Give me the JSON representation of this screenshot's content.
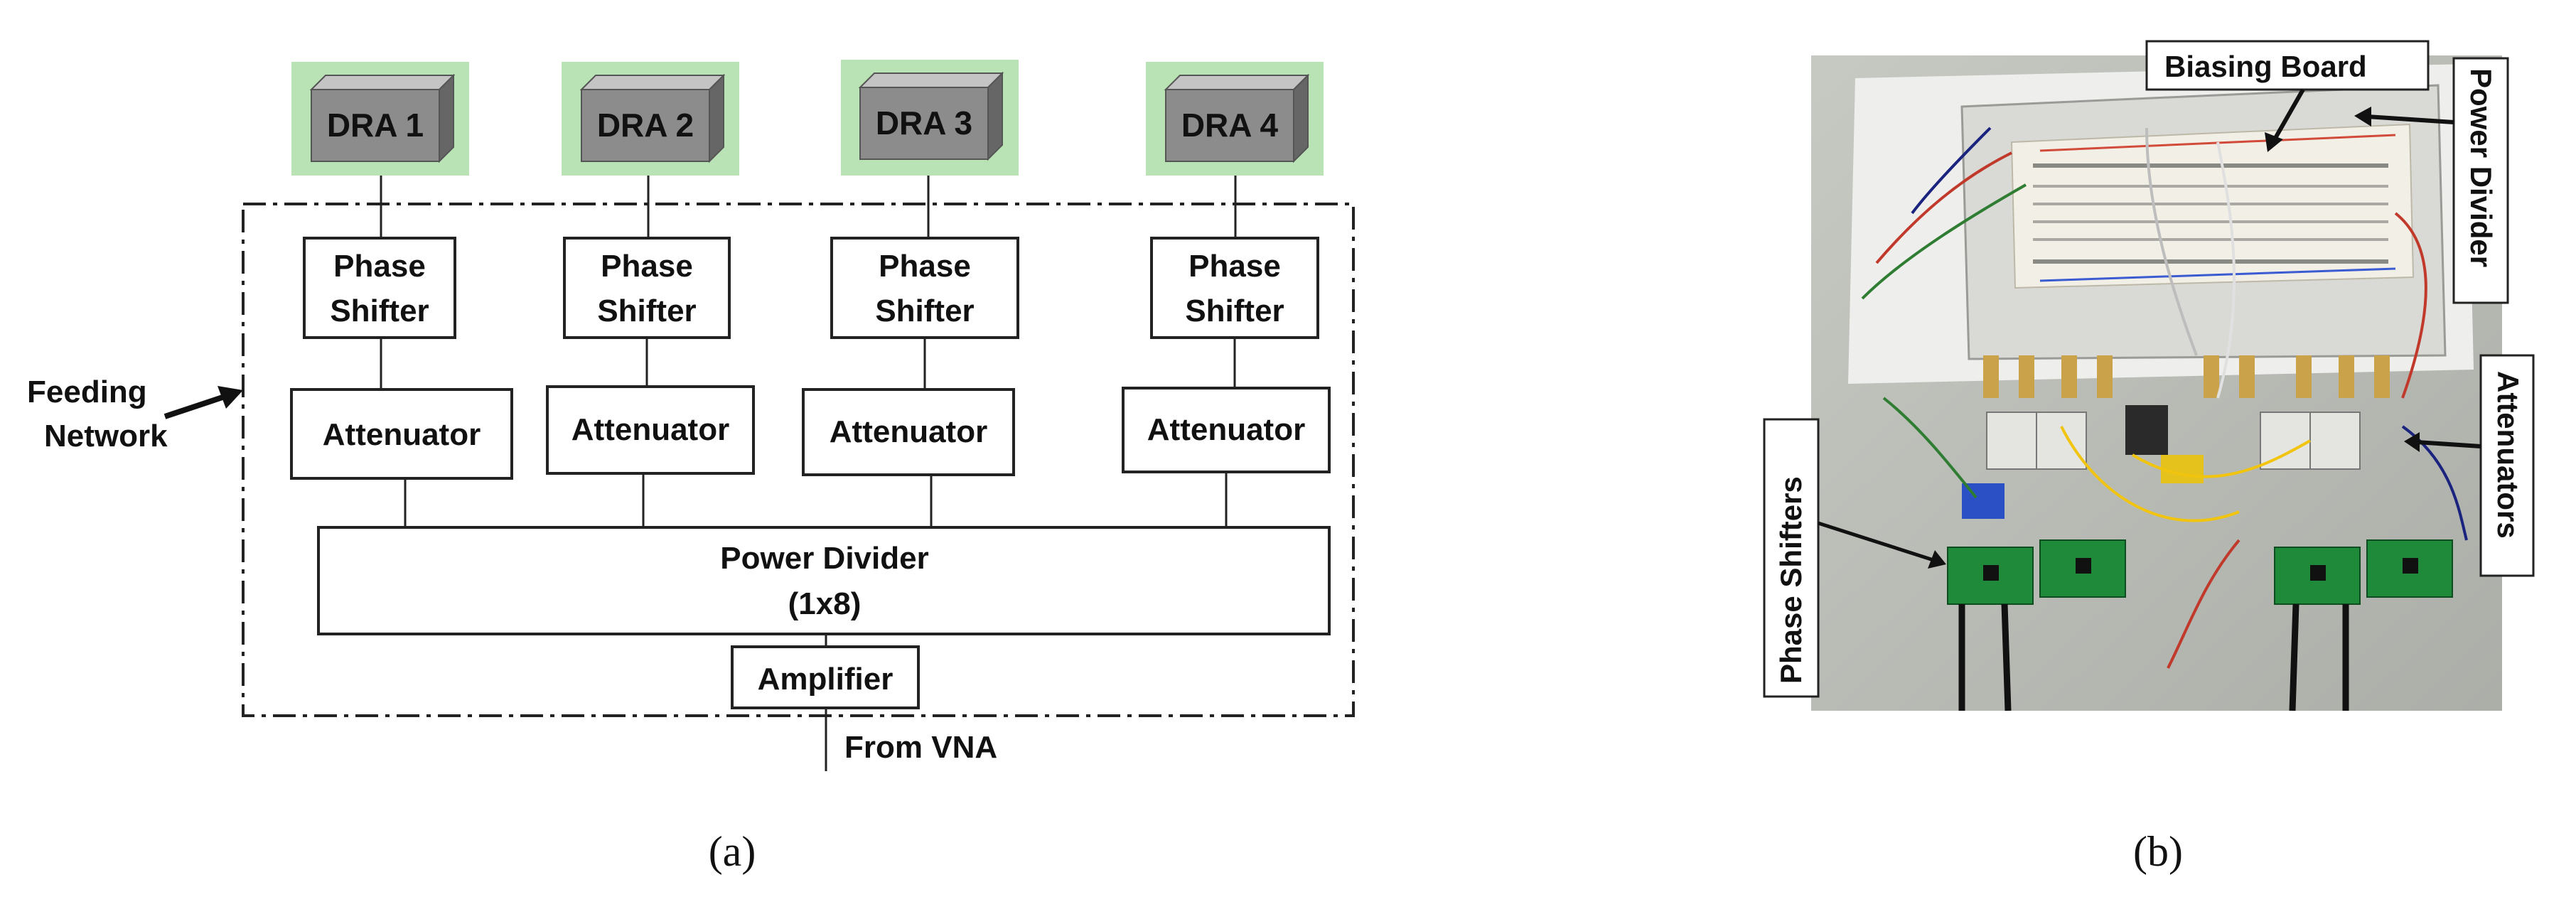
{
  "panel_a": {
    "caption": "(a)",
    "dra_labels": [
      "DRA 1",
      "DRA 2",
      "DRA 3",
      "DRA 4"
    ],
    "phase_shifter_line1": "Phase",
    "phase_shifter_line2": "Shifter",
    "attenuator_label": "Attenuator",
    "power_divider_line1": "Power Divider",
    "power_divider_line2": "(1x8)",
    "amplifier_label": "Amplifier",
    "input_label": "From VNA",
    "feeding_label_line1": "Feeding",
    "feeding_label_line2": "Network",
    "colors": {
      "dra_background": "#b9e3b5",
      "block_face": "#8c8c8c",
      "block_top": "#c4c4c4",
      "block_side": "#666666"
    }
  },
  "panel_b": {
    "caption": "(b)",
    "labels": {
      "biasing_board": "Biasing Board",
      "power_divider": "Power Divider",
      "attenuators": "Attenuators",
      "phase_shifters": "Phase Shifters"
    },
    "colors": {
      "photo_background": "#b9bcb5",
      "plate": "#dcdcd8",
      "pcb": "#1f8a3a",
      "breadboard": "#f2efe6"
    }
  }
}
